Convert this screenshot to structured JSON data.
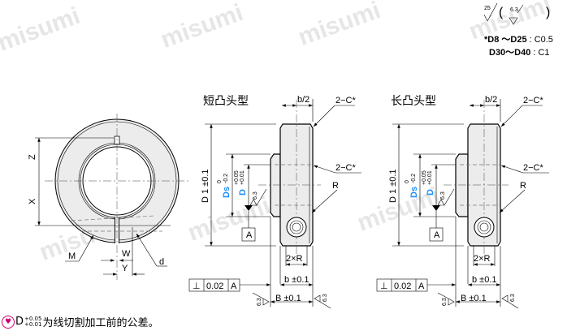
{
  "watermark": "misumi",
  "surface": {
    "ra_main": "25",
    "ra_sub": "6.3"
  },
  "chamfer_notes": [
    {
      "range": "*D8 ～D25",
      "value": ": C0.5"
    },
    {
      "range": "D30～D40",
      "value": ": C1"
    }
  ],
  "front_view": {
    "labels": {
      "z": "Z",
      "x": "X",
      "m": "M",
      "w": "W",
      "y": "Y",
      "d": "d"
    }
  },
  "short_boss": {
    "title": "短凸头型",
    "b_half": "b/2",
    "chamfer": "2−C*",
    "chamfer2": "2−C*",
    "r": "R",
    "d1": "D 1 ±0.1",
    "ds": "Ds",
    "ds_tol_upper": "0",
    "ds_tol_lower": "-0.2",
    "d": "D",
    "d_tol_upper": "+0.05",
    "d_tol_lower": "+0.01",
    "ra": "6.3",
    "datum": "A",
    "two_r": "2×R",
    "b_dim": "b ±0.1",
    "B_dim": "B ±0.1",
    "perp_symbol": "⊥",
    "perp_value": "0.02",
    "perp_datum": "A",
    "ra_side": "6.3"
  },
  "long_boss": {
    "title": "长凸头型",
    "b_half": "b/2",
    "chamfer": "2−C*",
    "chamfer2": "2−C*",
    "r": "R",
    "d1": "D 1 ±0.1",
    "ds": "Ds",
    "ds_tol_upper": "0",
    "ds_tol_lower": "-0.2",
    "d": "D",
    "d_tol_upper": "+0.05",
    "d_tol_lower": "+0.01",
    "ra": "6.3",
    "datum": "A",
    "two_r": "2×R",
    "b_dim": "b ±0.1",
    "B_dim": "B ±0.1",
    "perp_symbol": "⊥",
    "perp_value": "0.02",
    "perp_datum": "A",
    "ra_side": "6.3"
  },
  "footnote": {
    "d": "D",
    "tol_upper": "+0.05",
    "tol_lower": "+0.01",
    "text": "为线切割加工前的公差。"
  }
}
